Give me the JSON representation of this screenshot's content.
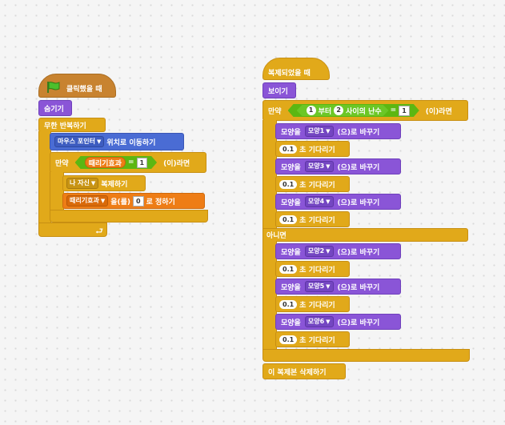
{
  "script1": {
    "hat_label": "클릭했을 때",
    "hide": "숨기기",
    "forever": "무한 반복하기",
    "goto_dropdown": "마우스 포인터",
    "goto_suffix": "위치로 이동하기",
    "if_prefix": "만약",
    "if_var": "때리기효과",
    "if_eq": "=",
    "if_val": "1",
    "if_suffix": "(이)라면",
    "clone_dropdown": "나 자신",
    "clone_suffix": "복제하기",
    "set_dropdown": "때리기효과",
    "set_mid": "을(를)",
    "set_val": "0",
    "set_suffix": "로 정하기"
  },
  "script2": {
    "hat_label": "복제되었을 때",
    "show": "보이기",
    "if_prefix": "만약",
    "rand_a": "1",
    "rand_from": "부터",
    "rand_b": "2",
    "rand_label": "사이의 난수",
    "eq": "=",
    "eq_val": "1",
    "if_suffix": "(이)라면",
    "costume_prefix": "모양을",
    "costume_suffix": "(으)로 바꾸기",
    "wait_val": "0.1",
    "wait_suffix": "초 기다리기",
    "costumes_then": [
      "모양1",
      "모양3",
      "모양4"
    ],
    "else_label": "아니면",
    "costumes_else": [
      "모양2",
      "모양5",
      "모양6"
    ],
    "delete_clone": "이 복제본 삭제하기"
  }
}
